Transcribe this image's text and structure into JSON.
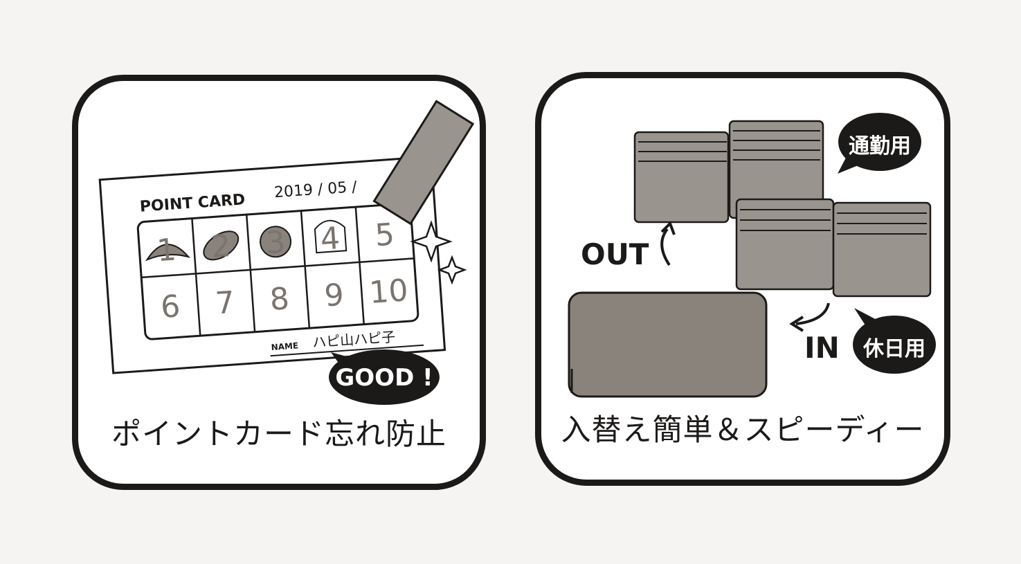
{
  "left_panel": {
    "caption": "ポイントカード忘れ防止",
    "card": {
      "title": "POINT CARD",
      "date": "2019 /  05 /",
      "stamps": [
        "1",
        "2",
        "3",
        "4",
        "5",
        "6",
        "7",
        "8",
        "9",
        "10"
      ],
      "name_label": "NAME",
      "name_value": "ハピ山ハピ子"
    },
    "bubble": "GOOD !"
  },
  "right_panel": {
    "caption": "入替え簡単＆スピーディー",
    "out_label": "OUT",
    "in_label": "IN",
    "bubble_commute": "通勤用",
    "bubble_holiday": "休日用"
  },
  "colors": {
    "outline": "#1c1a19",
    "fill_gray": "#8a837c",
    "panel_bg": "#ffffff",
    "page_bg": "#f5f4f2"
  }
}
